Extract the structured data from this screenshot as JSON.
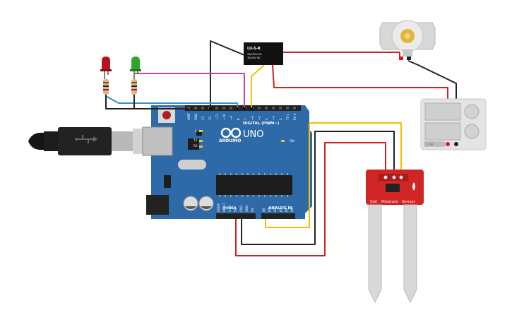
{
  "relay": {
    "part_label": "LU-5-R",
    "rating_line1": "3A/120V AC",
    "rating_line2": "3A/24V DC"
  },
  "arduino": {
    "logo_text": "ARDUINO",
    "model_text": "UNO",
    "digital_header": "DIGITAL (PWM~)",
    "analog_header": "ANALOG IN",
    "power_header": "POWER",
    "on_label": "ON",
    "tx_label": "TX",
    "rx_label": "RX",
    "l_label": "L",
    "digital_pins": [
      "AREF",
      "GND",
      "13",
      "12",
      "~11",
      "~10",
      "~9",
      "8",
      "7",
      "~6",
      "~5",
      "4",
      "~3",
      "2",
      "TX 1",
      "RX 0"
    ],
    "power_pins": [
      "IOREF",
      "RESET",
      "3.3V",
      "5V",
      "GND",
      "GND",
      "Vin"
    ],
    "analog_pins": [
      "A0",
      "A1",
      "A2",
      "A3",
      "A4",
      "A5"
    ]
  },
  "soil_sensor": {
    "label_soil": "Soil",
    "label_moisture": "Moisture",
    "label_sensor": "Sensor"
  },
  "battery": {
    "label": "2 AA"
  },
  "colors": {
    "board": "#2f6aa8",
    "board_dark": "#1f4f85",
    "sensor": "#cf2525",
    "wire_black": "#222222",
    "wire_red": "#cc2222",
    "wire_yellow": "#f0c000",
    "wire_magenta": "#cc3fa4",
    "wire_cyan": "#2f93c7",
    "led_red": "#b5141c",
    "led_green": "#2ea62e"
  }
}
